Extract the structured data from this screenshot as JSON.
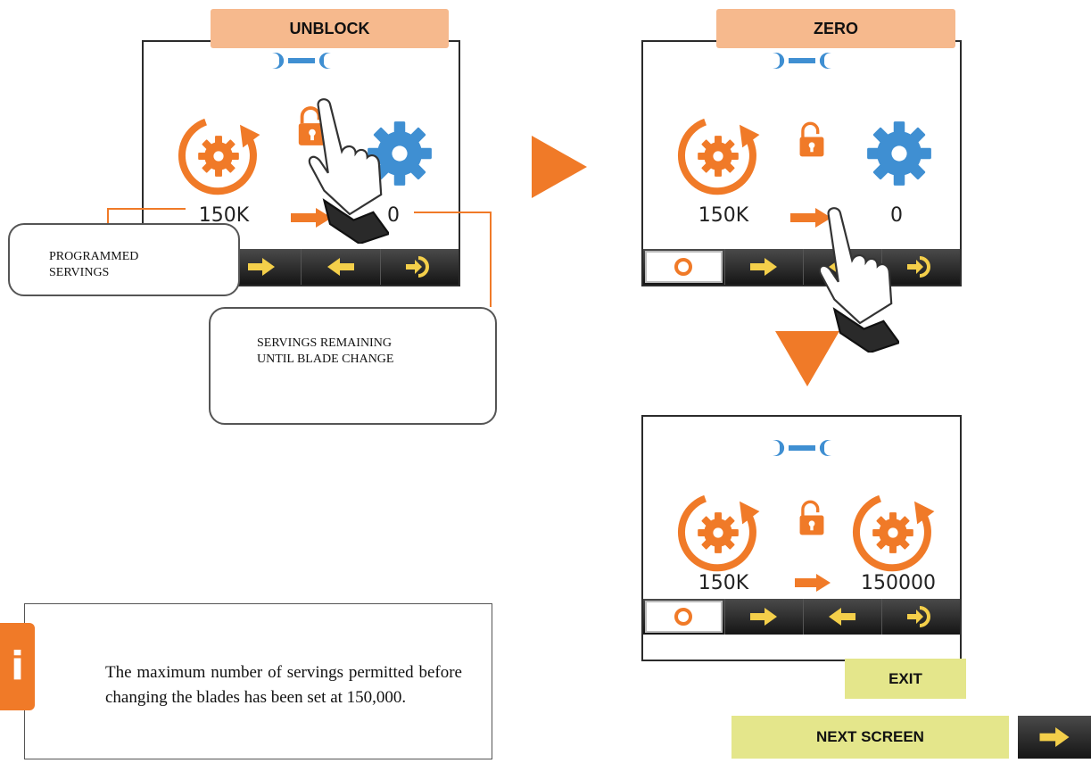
{
  "colors": {
    "accent": "#f07a28",
    "blue": "#3f8fd2",
    "tab": "#f6b98d",
    "green": "#e4e68b"
  },
  "panel1": {
    "tab_label": "UNBLOCK",
    "left_value": "150K",
    "right_value": "0"
  },
  "panel2": {
    "tab_label": "ZERO",
    "left_value": "150K",
    "right_value": "0"
  },
  "panel3": {
    "left_value": "150K",
    "right_value": "150000",
    "exit_label": "EXIT"
  },
  "callouts": {
    "programmed_servings": "PROGRAMMED\nSERVINGS",
    "servings_remaining": "SERVINGS REMAINING\nUNTIL BLADE CHANGE"
  },
  "info_note": {
    "icon": "info-icon",
    "text": "The maximum number of servings permitted before changing the blades has been set at 150,000."
  },
  "next_screen": {
    "label": "NEXT SCREEN"
  },
  "icons": [
    "wrench-icon",
    "rotate-gear-icon",
    "unlock-icon",
    "gear-icon",
    "arrow-right-icon",
    "arrow-left-icon",
    "exit-icon",
    "home-icon",
    "hand-pointer-icon"
  ]
}
